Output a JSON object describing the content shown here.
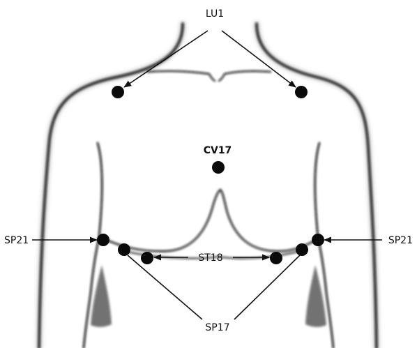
{
  "labels": {
    "lu1": "LU1",
    "cv17": "CV17",
    "sp21_left": "SP21",
    "sp21_right": "SP21",
    "st18": "ST18",
    "sp17": "SP17"
  },
  "colors": {
    "outline": "#111111",
    "point": "#0a0a0a",
    "arm_shade": "#5a5a5a",
    "background": "#ffffff"
  }
}
